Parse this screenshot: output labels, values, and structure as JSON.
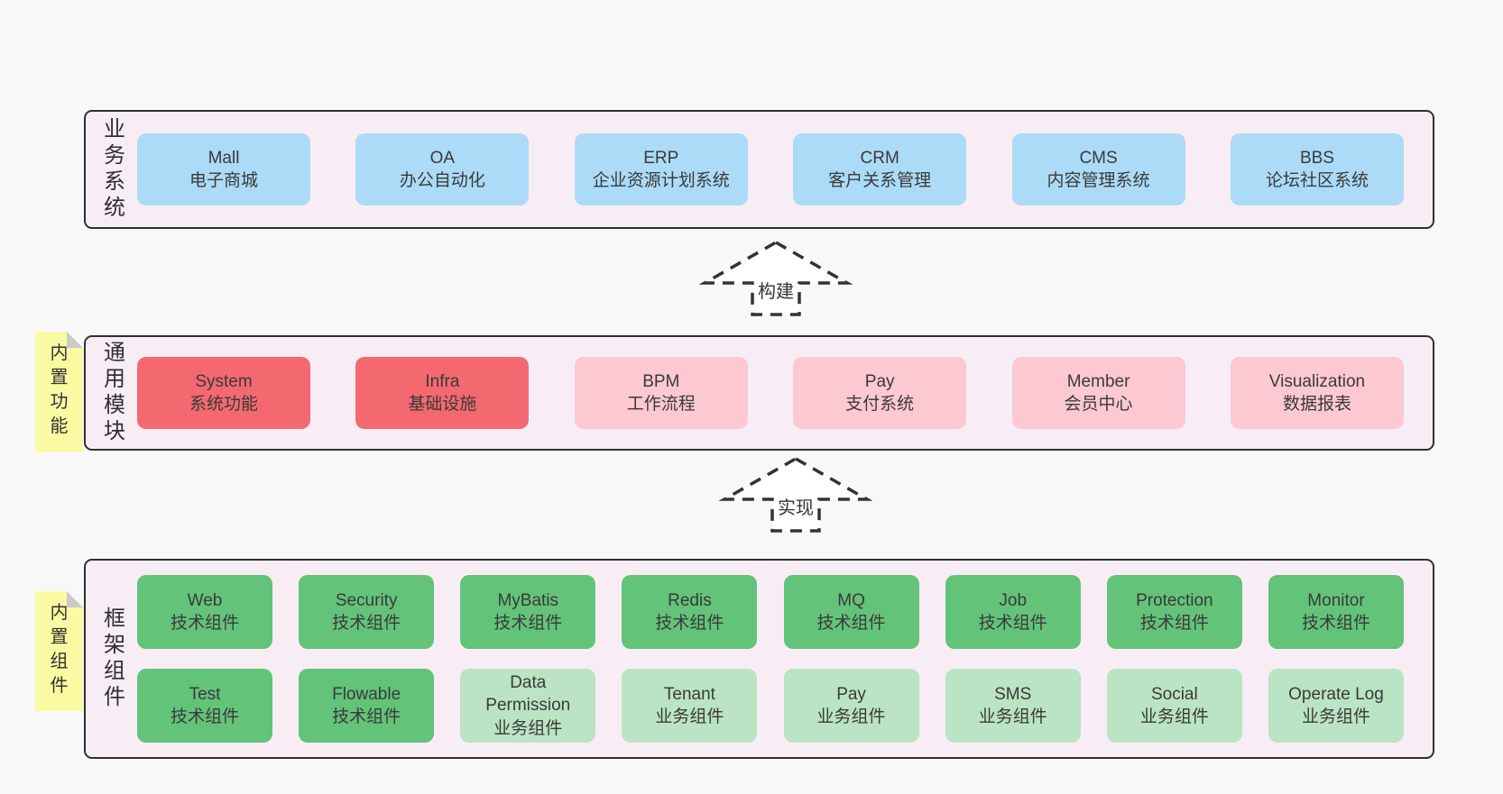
{
  "colors": {
    "page_bg": "#f8f8f8",
    "panel_bg": "#f8edf5",
    "panel_border": "#303030",
    "blue_box": "#abdbf7",
    "red_box": "#f4696f",
    "pink_box": "#fcc8d2",
    "green_box": "#63c379",
    "light_green_box": "#bae4c4",
    "note_bg": "#fafaa2",
    "note_fold": "#c9c9c9"
  },
  "sections": {
    "business": {
      "label": "业务系统",
      "boxes": [
        {
          "en": "Mall",
          "zh": "电子商城",
          "variant": "blue"
        },
        {
          "en": "OA",
          "zh": "办公自动化",
          "variant": "blue"
        },
        {
          "en": "ERP",
          "zh": "企业资源计划系统",
          "variant": "blue"
        },
        {
          "en": "CRM",
          "zh": "客户关系管理",
          "variant": "blue"
        },
        {
          "en": "CMS",
          "zh": "内容管理系统",
          "variant": "blue"
        },
        {
          "en": "BBS",
          "zh": "论坛社区系统",
          "variant": "blue"
        }
      ]
    },
    "modules": {
      "label": "通用模块",
      "note": "内置功能",
      "boxes": [
        {
          "en": "System",
          "zh": "系统功能",
          "variant": "red"
        },
        {
          "en": "Infra",
          "zh": "基础设施",
          "variant": "red"
        },
        {
          "en": "BPM",
          "zh": "工作流程",
          "variant": "pink"
        },
        {
          "en": "Pay",
          "zh": "支付系统",
          "variant": "pink"
        },
        {
          "en": "Member",
          "zh": "会员中心",
          "variant": "pink"
        },
        {
          "en": "Visualization",
          "zh": "数据报表",
          "variant": "pink"
        }
      ]
    },
    "components": {
      "label": "框架组件",
      "note": "内置组件",
      "row1": [
        {
          "en": "Web",
          "zh": "技术组件",
          "variant": "green"
        },
        {
          "en": "Security",
          "zh": "技术组件",
          "variant": "green"
        },
        {
          "en": "MyBatis",
          "zh": "技术组件",
          "variant": "green"
        },
        {
          "en": "Redis",
          "zh": "技术组件",
          "variant": "green"
        },
        {
          "en": "MQ",
          "zh": "技术组件",
          "variant": "green"
        },
        {
          "en": "Job",
          "zh": "技术组件",
          "variant": "green"
        },
        {
          "en": "Protection",
          "zh": "技术组件",
          "variant": "green"
        },
        {
          "en": "Monitor",
          "zh": "技术组件",
          "variant": "green"
        }
      ],
      "row2": [
        {
          "en": "Test",
          "zh": "技术组件",
          "variant": "green"
        },
        {
          "en": "Flowable",
          "zh": "技术组件",
          "variant": "green"
        },
        {
          "en": "Data Permission",
          "zh": "业务组件",
          "variant": "light-green"
        },
        {
          "en": "Tenant",
          "zh": "业务组件",
          "variant": "light-green"
        },
        {
          "en": "Pay",
          "zh": "业务组件",
          "variant": "light-green"
        },
        {
          "en": "SMS",
          "zh": "业务组件",
          "variant": "light-green"
        },
        {
          "en": "Social",
          "zh": "业务组件",
          "variant": "light-green"
        },
        {
          "en": "Operate Log",
          "zh": "业务组件",
          "variant": "light-green"
        }
      ]
    }
  },
  "arrows": {
    "build": "构建",
    "implement": "实现"
  }
}
